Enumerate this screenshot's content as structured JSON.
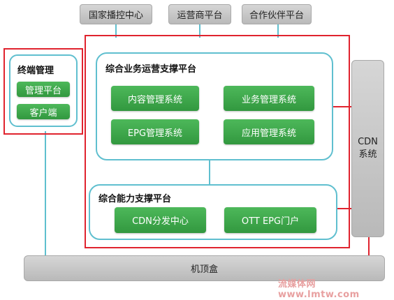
{
  "top_platforms": [
    "国家播控中心",
    "运营商平台",
    "合作伙伴平台"
  ],
  "terminal": {
    "title": "终端管理",
    "items": [
      "管理平台",
      "客户端"
    ]
  },
  "business_platform": {
    "title": "综合业务运营支撑平台",
    "systems": [
      "内容管理系统",
      "业务管理系统",
      "EPG管理系统",
      "应用管理系统"
    ]
  },
  "capability_platform": {
    "title": "综合能力支撑平台",
    "items": [
      "CDN分发中心",
      "OTT EPG门户"
    ]
  },
  "cdn": {
    "line1": "CDN",
    "line2": "系统"
  },
  "set_top_box": "机顶盒",
  "watermark": "流媒体网www.lmtw.com"
}
